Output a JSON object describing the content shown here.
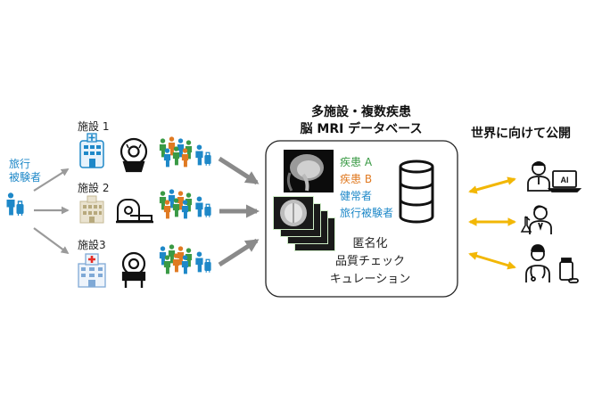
{
  "traveler": {
    "label_line1": "旅行",
    "label_line2": "被験者"
  },
  "sites": [
    {
      "label": "施設 1"
    },
    {
      "label": "施設 2"
    },
    {
      "label": "施設3"
    }
  ],
  "database": {
    "title_line1": "多施設・複数疾患",
    "title_line2": "脳 MRI データベース",
    "categories": [
      {
        "label": "疾患 A",
        "color": "#3a9a45"
      },
      {
        "label": "疾患 B",
        "color": "#e07a22"
      },
      {
        "label": "健常者",
        "color": "#1e88c8"
      },
      {
        "label": "旅行被験者",
        "color": "#1e88c8"
      }
    ],
    "processing": [
      "匿名化",
      "品質チェック",
      "キュレーション"
    ]
  },
  "publish": {
    "title": "世界に向けて公開",
    "ai_screen_text": "AI"
  },
  "colors": {
    "blue": "#1e88c8",
    "green": "#3a9a45",
    "orange": "#e07a22",
    "arrow_gray": "#9a9a9a",
    "arrow_yellow": "#f2b705"
  }
}
